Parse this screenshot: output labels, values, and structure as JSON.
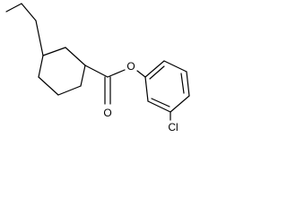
{
  "molecule": {
    "atoms": {
      "carbonyl_oxygen": "O",
      "ester_oxygen": "O",
      "chlorine": "Cl"
    },
    "colors": {
      "bond": "#000000",
      "label": "#000000",
      "background": "#ffffff"
    }
  }
}
